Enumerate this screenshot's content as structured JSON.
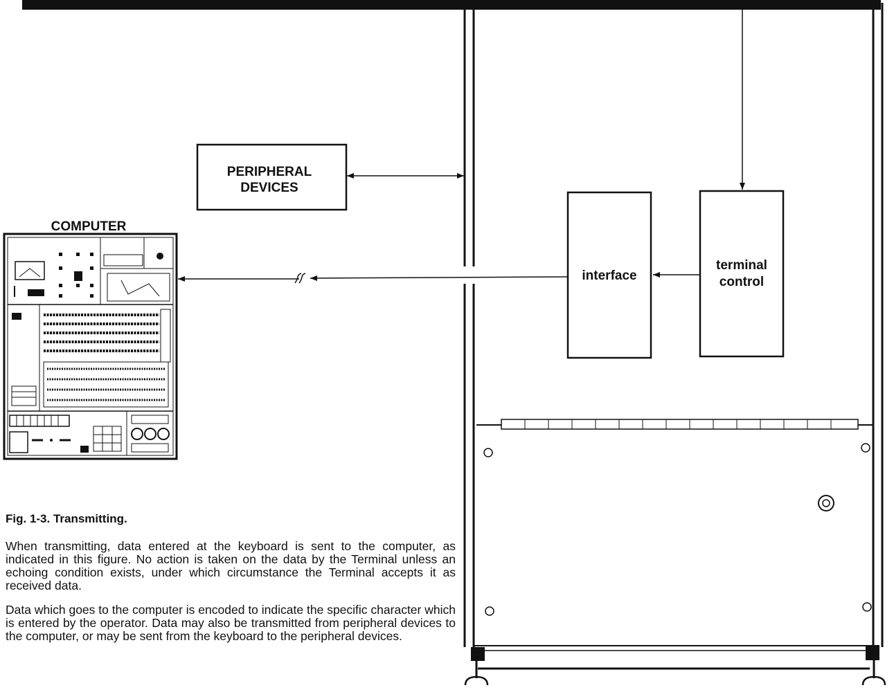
{
  "diagram": {
    "peripheral_label": [
      "PERIPHERAL",
      "DEVICES"
    ],
    "computer_label": "COMPUTER",
    "interface_label": "interface",
    "terminal_control_label": [
      "terminal",
      "control"
    ]
  },
  "caption": {
    "title": "Fig. 1-3.  Transmitting.",
    "paragraphs": [
      "When transmitting, data entered at the keyboard is sent to the computer, as indicated in this figure. No action is taken on the data by the Terminal unless an echoing condition exists, under which circumstance the Terminal accepts it as received data.",
      "Data which goes to the computer is encoded to indicate the specific character which is entered by the operator. Data may also be transmitted from peripheral devices to the computer, or may be sent from the keyboard to the peripheral devices."
    ]
  }
}
